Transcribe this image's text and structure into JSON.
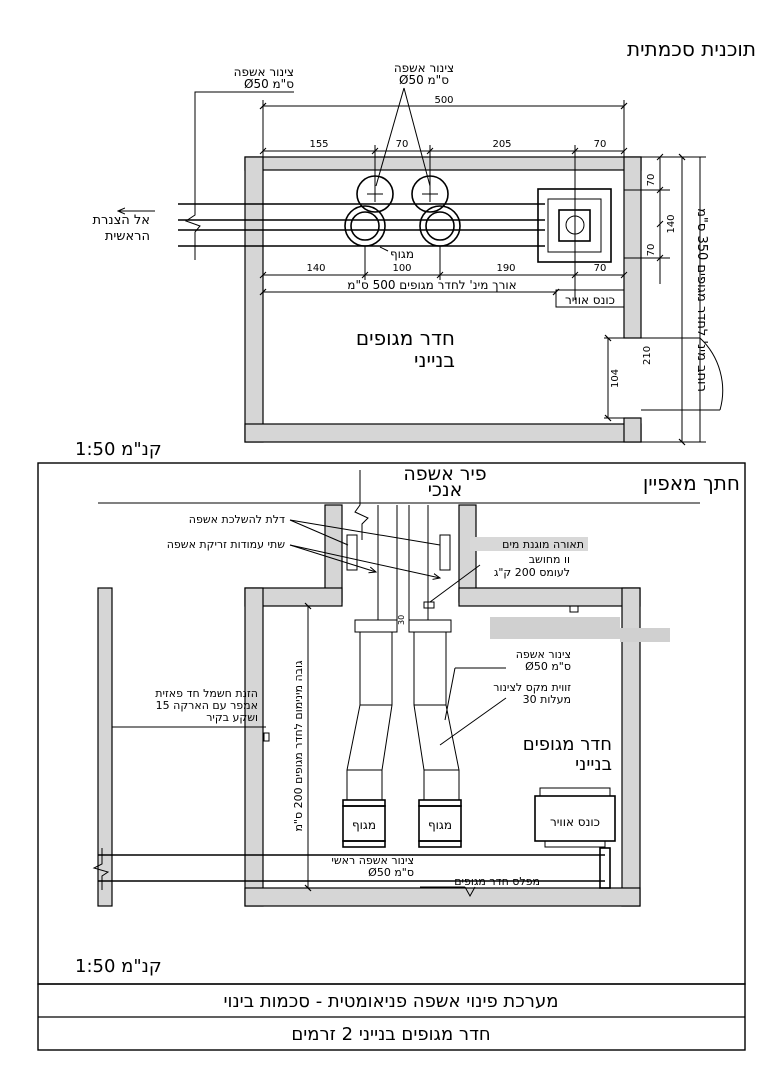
{
  "plan": {
    "title": "תוכנית סכמתית",
    "scale": "1:50 קנ\"מ",
    "room_label_1": "חדר מגופים",
    "room_label_2": "בנייני",
    "to_main_pipe_1": "אל הצנרת",
    "to_main_pipe_2": "הראשית",
    "pipe_label_left_1": "צינור אשפה",
    "pipe_label_left_2": "Ø50 ס\"מ",
    "pipe_label_mid_1": "צינור אשפה",
    "pipe_label_mid_2": "Ø50 ס\"מ",
    "valve_label": "מגוף",
    "air_cone_label": "כונס אוויר",
    "min_length_label": "אורך מינ' לחדר מגופים 500 ס\"מ",
    "min_width_label": "רוחב מינ' לחדר מגופים 350 ס\"מ",
    "dims": {
      "overall": "500",
      "d155": "155",
      "d70a": "70",
      "d205": "205",
      "d70b": "70",
      "d140": "140",
      "d100": "100",
      "d190": "190",
      "d70c": "70",
      "v70a": "70",
      "v140": "140",
      "v70b": "70",
      "door": "210",
      "door_w": "104"
    }
  },
  "section": {
    "title": "חתך מאפיין",
    "scale": "1:50 קנ\"מ",
    "shaft_label_1": "פיר אשפה",
    "shaft_label_2": "אנכי",
    "door_note": "דלת להשלכת אשפה",
    "columns_note": "שתי עמודות זריקת אשפה",
    "lighting_label": "תאורה מוגנת מים",
    "hook_label_1": "וו מחושב",
    "hook_label_2": "לעומס 200 ק\"ג",
    "pipe_label_1": "צינור אשפה",
    "pipe_label_2": "Ø50 ס\"מ",
    "elbow_label_1": "זווית מקס לצינור",
    "elbow_label_2": "30 מעלות",
    "room_label_1": "חדר מגופים",
    "room_label_2": "בנייני",
    "power_label_1": "הזנת חשמל חד פאזית",
    "power_label_2": "15 אמפר עם הארקה",
    "power_label_3": "ושקע בקיר",
    "height_label": "גובה מינימום לחדר מגופים 200 ס\"מ",
    "valve_label": "מגוף",
    "air_cone_label": "כונס אוויר",
    "main_pipe_label_1": "צינור אשפה ראשי",
    "main_pipe_label_2": "Ø50 ס\"מ",
    "floor_label": "מפלס חדר מגופים",
    "height_dim": "30"
  },
  "footer": {
    "line1": "מערכת פינוי אשפה פניאומטית - סכמות בינוי",
    "line2": "חדר מגופים בנייני 2 זרמים"
  }
}
